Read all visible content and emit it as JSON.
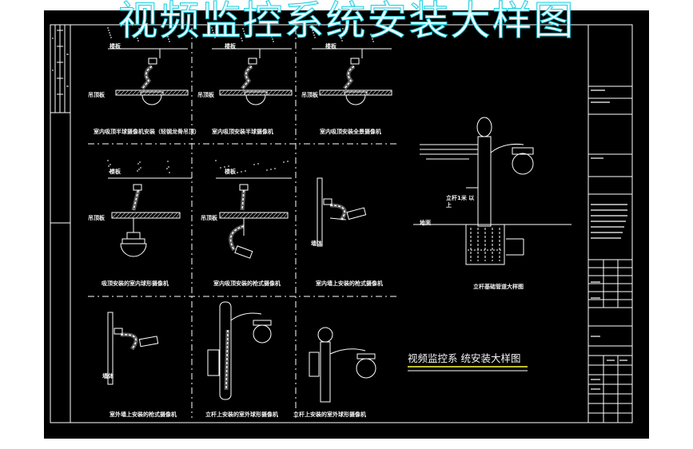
{
  "banner_title": "视频监控系统安装大样图",
  "drawing_title": "视频监控系 统安装大样图",
  "colors": {
    "background": "#000000",
    "line": "#ffffff",
    "hatch": "#cfcfcf",
    "title_underline_1": "#ffff33",
    "title_underline_2": "#ffffff",
    "banner": "#18cfe0"
  },
  "details": [
    {
      "caption": "室内吸顶半球摄像机安装（轻钢龙骨吊顶）"
    },
    {
      "caption": "室内吸顶安装半球摄像机"
    },
    {
      "caption": "室内吸顶安装全景摄像机"
    },
    {
      "caption": "吸顶安装的室内球形摄像机"
    },
    {
      "caption": "室内吸顶安装的枪式摄像机"
    },
    {
      "caption": "室内墙上安装的枪式摄像机"
    },
    {
      "caption": "室外墙上安装的枪式摄像机"
    },
    {
      "caption": "立杆上安装的室外球形摄像机"
    },
    {
      "caption": "立杆上安装的室外球形摄像机"
    }
  ],
  "labels": {
    "ceiling": "吊顶板",
    "floor_slab": "楼板",
    "ground": "地面",
    "wall": "墙体",
    "pole_section": "立杆1米 以上",
    "pole_foundation_caption": "立杆基础管道大样图"
  }
}
